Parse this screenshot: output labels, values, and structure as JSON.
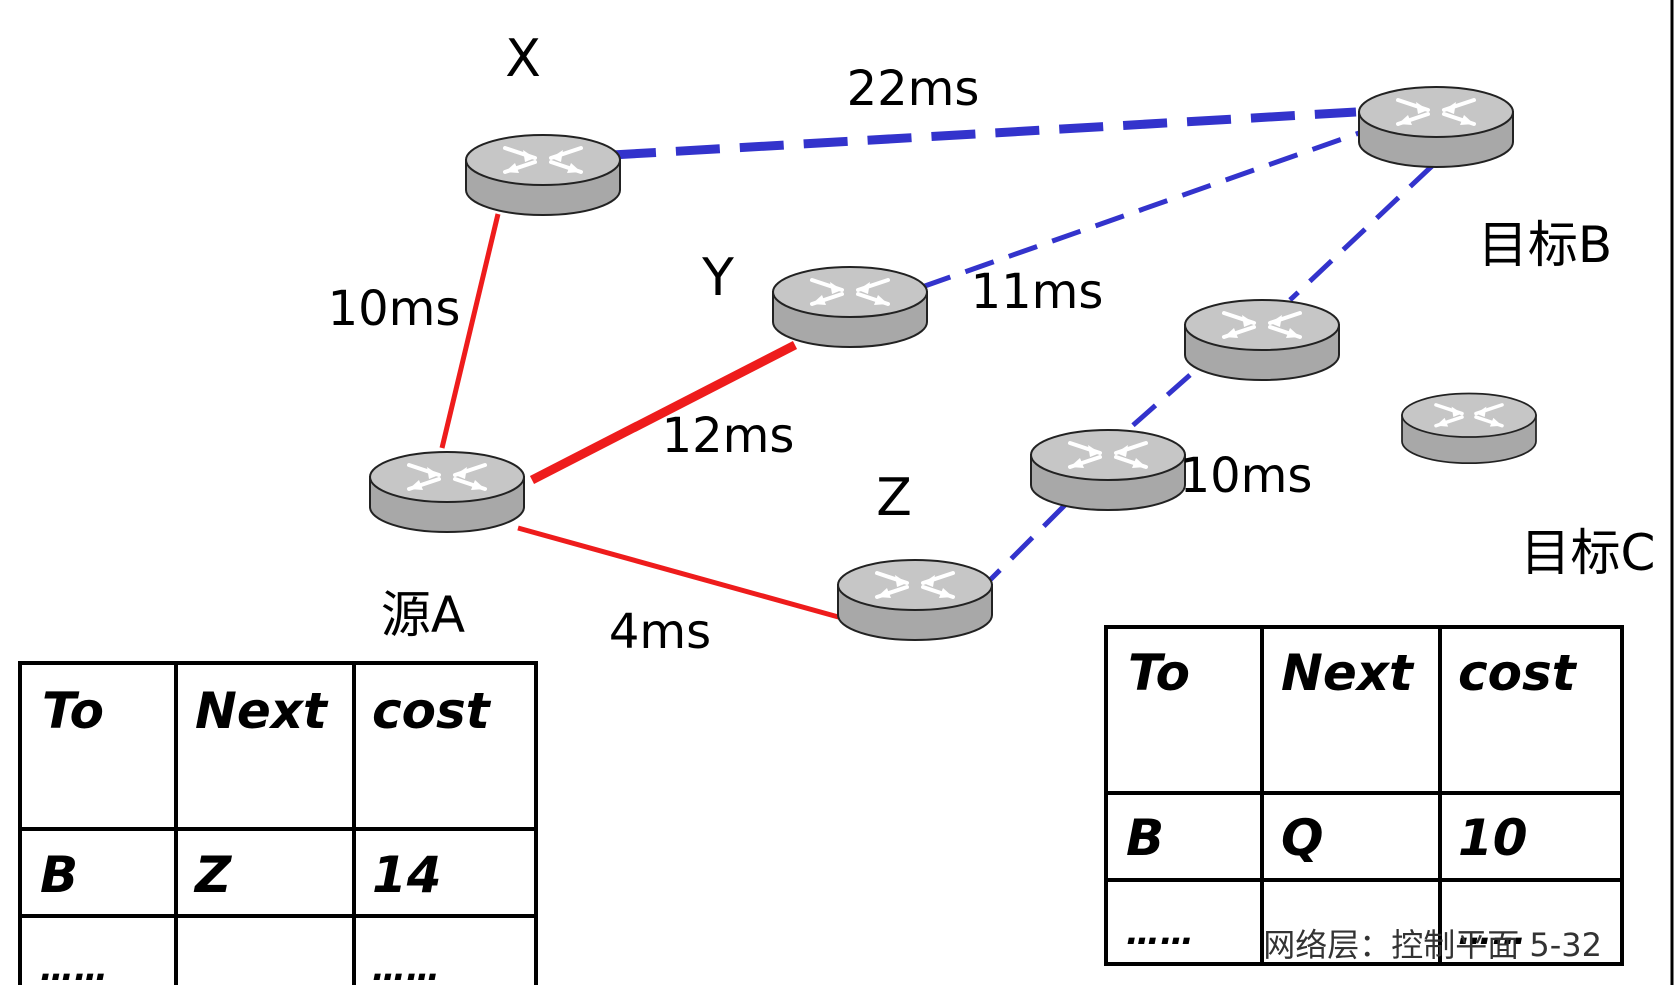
{
  "colors": {
    "shortest_path": "#ee1c1c",
    "other_links": "#3333cc",
    "router_body": "#a8a8a8",
    "router_top": "#c6c6c6"
  },
  "nodes": {
    "x": "X",
    "y": "Y",
    "z": "Z",
    "source": "源A",
    "dest_b": "目标B",
    "dest_c": "目标C"
  },
  "links": {
    "a_x": "10ms",
    "a_y": "12ms",
    "a_z": "4ms",
    "x_b": "22ms",
    "y_b": "11ms",
    "z_b": "10ms"
  },
  "table_a": {
    "headers": [
      "To",
      "Next",
      "cost"
    ],
    "rows": [
      [
        "B",
        "Z",
        "14"
      ],
      [
        "……",
        "",
        "……"
      ]
    ]
  },
  "table_b": {
    "headers": [
      "To",
      "Next",
      "cost"
    ],
    "rows": [
      [
        "B",
        "Q",
        "10"
      ],
      [
        "……",
        "",
        "……"
      ]
    ]
  },
  "footer": "网络层：控制平面  5-32"
}
